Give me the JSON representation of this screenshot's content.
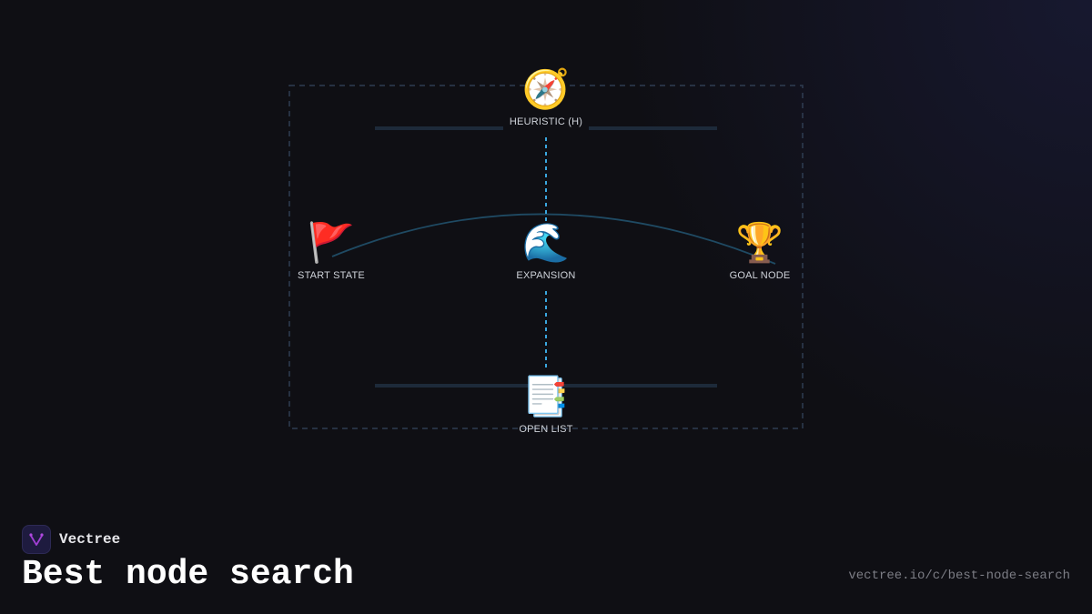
{
  "diagram": {
    "nodes": [
      {
        "id": "heuristic",
        "label": "HEURISTIC (H)",
        "icon": "compass-icon",
        "glyph": "🧭"
      },
      {
        "id": "start",
        "label": "START STATE",
        "icon": "red-flag-icon",
        "glyph": "🚩"
      },
      {
        "id": "expansion",
        "label": "EXPANSION",
        "icon": "wave-icon",
        "glyph": "🌊"
      },
      {
        "id": "goal",
        "label": "GOAL NODE",
        "icon": "trophy-icon",
        "glyph": "🏆"
      },
      {
        "id": "open_list",
        "label": "OPEN LIST",
        "icon": "bookmark-tabs-icon",
        "glyph": "📑"
      }
    ],
    "edges": [
      {
        "from": "start",
        "to": "goal",
        "style": "curved-arc"
      },
      {
        "from": "heuristic",
        "to": "expansion",
        "style": "dashed"
      },
      {
        "from": "expansion",
        "to": "open_list",
        "style": "dashed"
      }
    ],
    "colors": {
      "frame": "#2f3d52",
      "bar": "#1d2a3a",
      "arc": "#1f4a63",
      "dashed_link": "#3aa7e0"
    }
  },
  "footer": {
    "brand": "Vectree",
    "title": "Best node search",
    "url": "vectree.io/c/best-node-search"
  }
}
